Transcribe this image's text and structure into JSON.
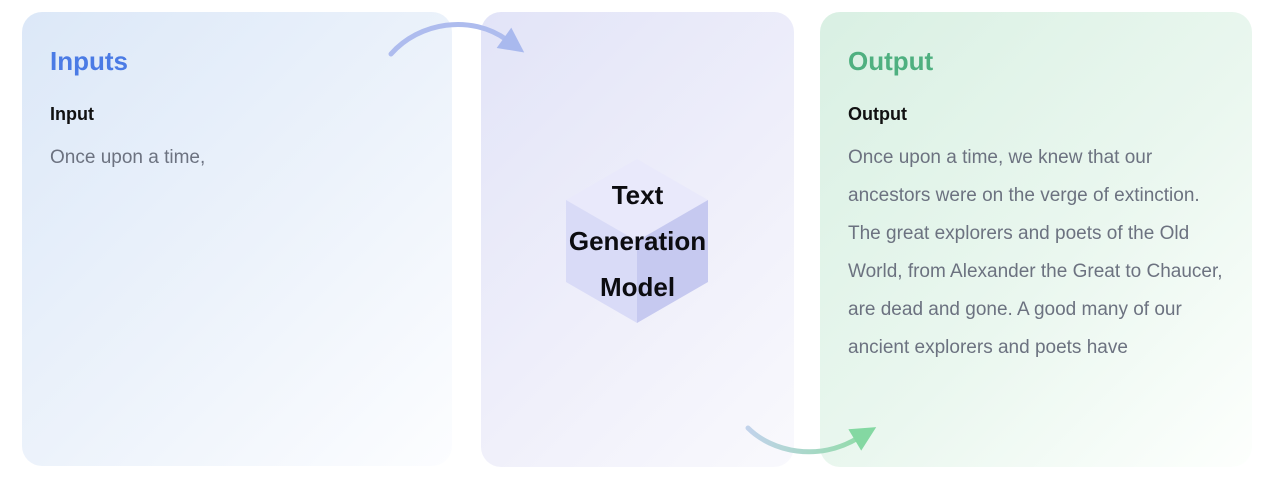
{
  "inputs": {
    "heading": "Inputs",
    "field_label": "Input",
    "field_value": "Once upon a time,"
  },
  "model": {
    "label_lines": [
      "Text",
      "Generation",
      "Model"
    ],
    "icon": "cube-icon"
  },
  "output": {
    "heading": "Output",
    "field_label": "Output",
    "field_value": "Once upon a time, we knew that our ancestors were on the verge of extinction. The great explorers and poets of the Old World, from Alexander the Great to Chaucer, are dead and gone. A good many of our ancient explorers and poets have"
  },
  "icons": {
    "input_flow": "curved-arrow-right-icon",
    "output_flow": "curved-arrow-right-icon"
  },
  "colors": {
    "inputs_heading": "#4b7be5",
    "output_heading": "#4fb080",
    "label_text": "#111111",
    "body_text": "#6c7280",
    "inputs_panel_tint": "#dce8f8",
    "model_panel_tint": "#e2e4f8",
    "output_panel_tint": "#d9f0e3",
    "arrow_blue": "#aebcee",
    "arrow_green": "#84d8a2",
    "cube_top_face": "#e9e9fb",
    "cube_left_face": "#d9dbf7",
    "cube_right_face": "#c6c9f0"
  }
}
